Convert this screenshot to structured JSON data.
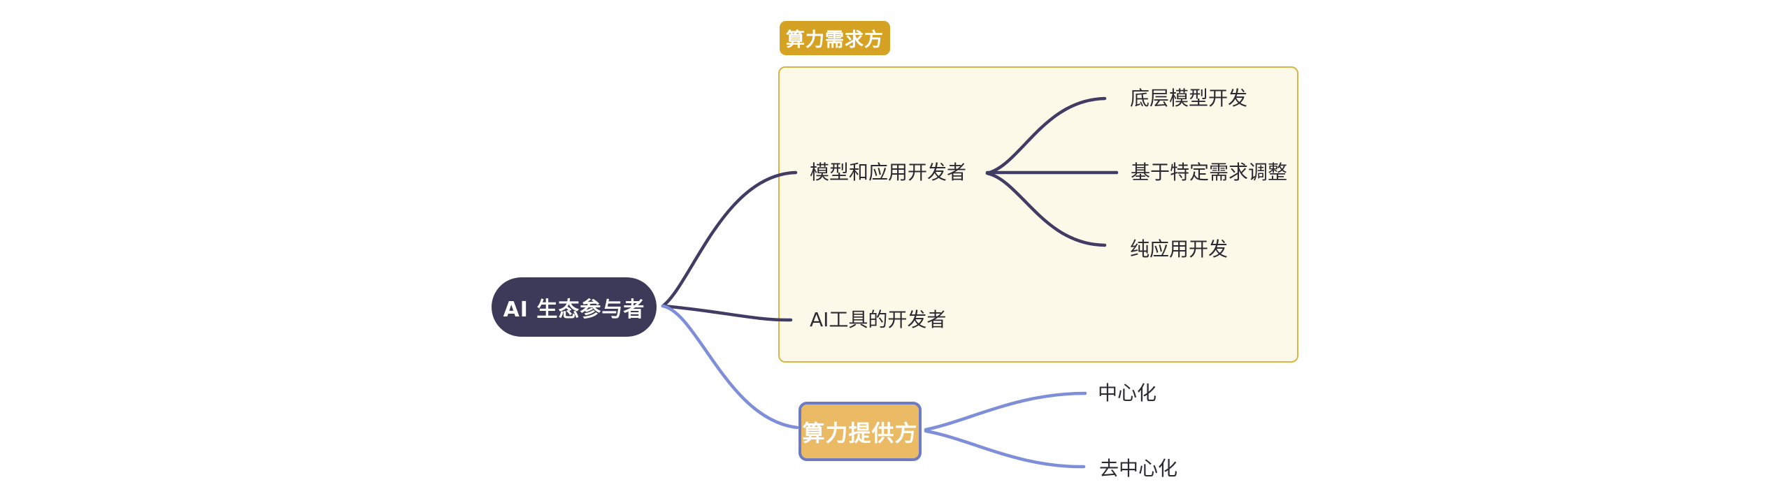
{
  "diagram": {
    "root": {
      "label": "AI 生态参与者"
    },
    "demand_group": {
      "badge": "算力需求方",
      "nodes": [
        {
          "label": "模型和应用开发者"
        },
        {
          "label": "AI工具的开发者"
        }
      ],
      "sub_nodes": [
        {
          "label": "底层模型开发"
        },
        {
          "label": "基于特定需求调整"
        },
        {
          "label": "纯应用开发"
        }
      ]
    },
    "provider_group": {
      "node": {
        "label": "算力提供方"
      },
      "sub_nodes": [
        {
          "label": "中心化"
        },
        {
          "label": "去中心化"
        }
      ]
    }
  },
  "colors": {
    "background": "#ffffff",
    "root_fill": "#3d3959",
    "root_text": "#ffffff",
    "badge_fill": "#d6a224",
    "badge_text": "#ffffff",
    "group_box_fill": "#fdf9e9",
    "group_box_border": "#d9b545",
    "provider_fill": "#eaba64",
    "provider_border": "#6d7bc4",
    "provider_text": "#ffffff",
    "dark_line": "#413c63",
    "blue_line": "#7e8ed8",
    "leaf_text": "#2b2b33"
  }
}
